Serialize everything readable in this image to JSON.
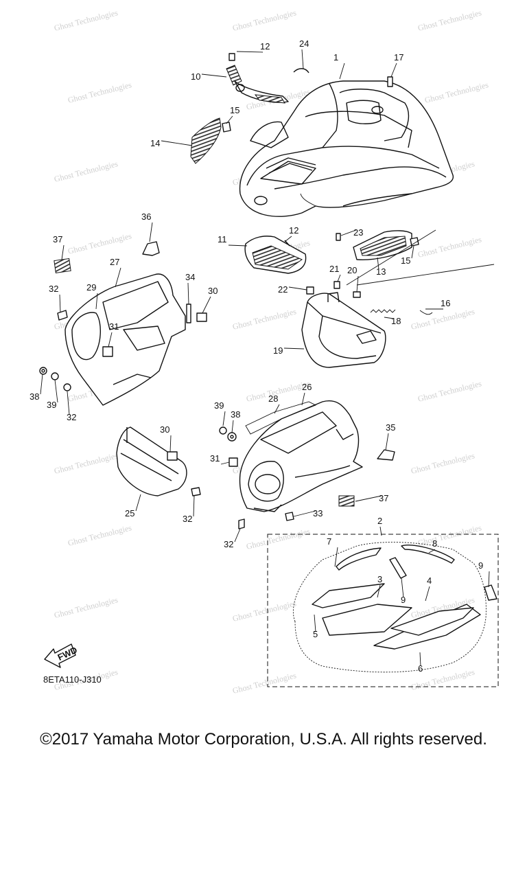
{
  "diagram": {
    "code": "8ETA110-J310",
    "fwd_label": "FWD",
    "watermark": "Ghost Technologies",
    "callouts": [
      {
        "id": "c1",
        "label": "1"
      },
      {
        "id": "c2",
        "label": "2"
      },
      {
        "id": "c3",
        "label": "3"
      },
      {
        "id": "c4",
        "label": "4"
      },
      {
        "id": "c5",
        "label": "5"
      },
      {
        "id": "c6",
        "label": "6"
      },
      {
        "id": "c7",
        "label": "7"
      },
      {
        "id": "c8",
        "label": "8"
      },
      {
        "id": "c9a",
        "label": "9"
      },
      {
        "id": "c9b",
        "label": "9"
      },
      {
        "id": "c10",
        "label": "10"
      },
      {
        "id": "c11",
        "label": "11"
      },
      {
        "id": "c12a",
        "label": "12"
      },
      {
        "id": "c12b",
        "label": "12"
      },
      {
        "id": "c13",
        "label": "13"
      },
      {
        "id": "c14",
        "label": "14"
      },
      {
        "id": "c15a",
        "label": "15"
      },
      {
        "id": "c15b",
        "label": "15"
      },
      {
        "id": "c16",
        "label": "16"
      },
      {
        "id": "c17",
        "label": "17"
      },
      {
        "id": "c18",
        "label": "18"
      },
      {
        "id": "c19",
        "label": "19"
      },
      {
        "id": "c20",
        "label": "20"
      },
      {
        "id": "c21",
        "label": "21"
      },
      {
        "id": "c22",
        "label": "22"
      },
      {
        "id": "c23",
        "label": "23"
      },
      {
        "id": "c24",
        "label": "24"
      },
      {
        "id": "c25",
        "label": "25"
      },
      {
        "id": "c26",
        "label": "26"
      },
      {
        "id": "c27",
        "label": "27"
      },
      {
        "id": "c28",
        "label": "28"
      },
      {
        "id": "c29",
        "label": "29"
      },
      {
        "id": "c30a",
        "label": "30"
      },
      {
        "id": "c30b",
        "label": "30"
      },
      {
        "id": "c31a",
        "label": "31"
      },
      {
        "id": "c31b",
        "label": "31"
      },
      {
        "id": "c32a",
        "label": "32"
      },
      {
        "id": "c32b",
        "label": "32"
      },
      {
        "id": "c32c",
        "label": "32"
      },
      {
        "id": "c32d",
        "label": "32"
      },
      {
        "id": "c33",
        "label": "33"
      },
      {
        "id": "c34",
        "label": "34"
      },
      {
        "id": "c35",
        "label": "35"
      },
      {
        "id": "c36",
        "label": "36"
      },
      {
        "id": "c37a",
        "label": "37"
      },
      {
        "id": "c37b",
        "label": "37"
      },
      {
        "id": "c38a",
        "label": "38"
      },
      {
        "id": "c38b",
        "label": "38"
      },
      {
        "id": "c39a",
        "label": "39"
      },
      {
        "id": "c39b",
        "label": "39"
      }
    ]
  },
  "footer": {
    "copyright": "©2017 Yamaha Motor Corporation, U.S.A. All rights reserved."
  }
}
